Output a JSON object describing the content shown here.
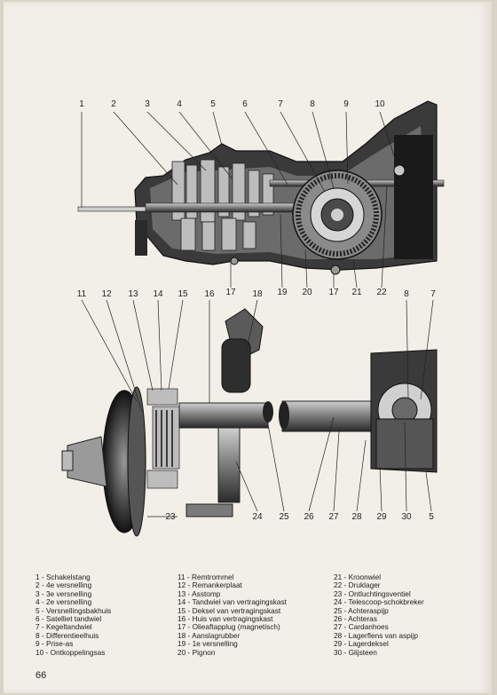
{
  "top_callouts": [
    "1",
    "2",
    "3",
    "4",
    "5",
    "6",
    "7",
    "8",
    "9",
    "10"
  ],
  "top_bottom_callouts": [
    "17",
    "19",
    "20",
    "17",
    "21",
    "22"
  ],
  "mid_callouts": [
    "11",
    "12",
    "13",
    "14",
    "15",
    "16",
    "18",
    "8",
    "7"
  ],
  "bottom_callouts": [
    "23",
    "24",
    "25",
    "26",
    "27",
    "28",
    "29",
    "30",
    "5"
  ],
  "legend_col1": [
    "1 - Schakelstang",
    "2 - 4e versnelling",
    "3 - 3e versnelling",
    "4 - 2e versnelling",
    "5 - Versnellingsbakhuis",
    "6 - Satelliet tandwiel",
    "7 - Kegeltandwiel",
    "8 - Differentieelhuis",
    "9 - Prise-as",
    "10 - Ontkoppelingsas"
  ],
  "legend_col2": [
    "11 - Remtrommel",
    "12 - Remankerplaat",
    "13 - Asstomp",
    "14 - Tandwiel van vertragingskast",
    "15 - Deksel van vertragingskast",
    "16 - Huis van vertragingskast",
    "17 - Olieaftapplug (magnetisch)",
    "18 - Aanslagrubber",
    "19 - 1e versnelling",
    "20 - Pignon"
  ],
  "legend_col3": [
    "21 - Kroonwiel",
    "22 - Druklager",
    "23 - Ontluchtingsventiel",
    "24 - Telescoop-schokbreker",
    "25 - Achteraspijp",
    "26 - Achteras",
    "27 - Cardanhoes",
    "28 - Lagerflens van aspijp",
    "29 - Lagerdeksel",
    "30 - Glijsteen"
  ],
  "page_number": "66"
}
